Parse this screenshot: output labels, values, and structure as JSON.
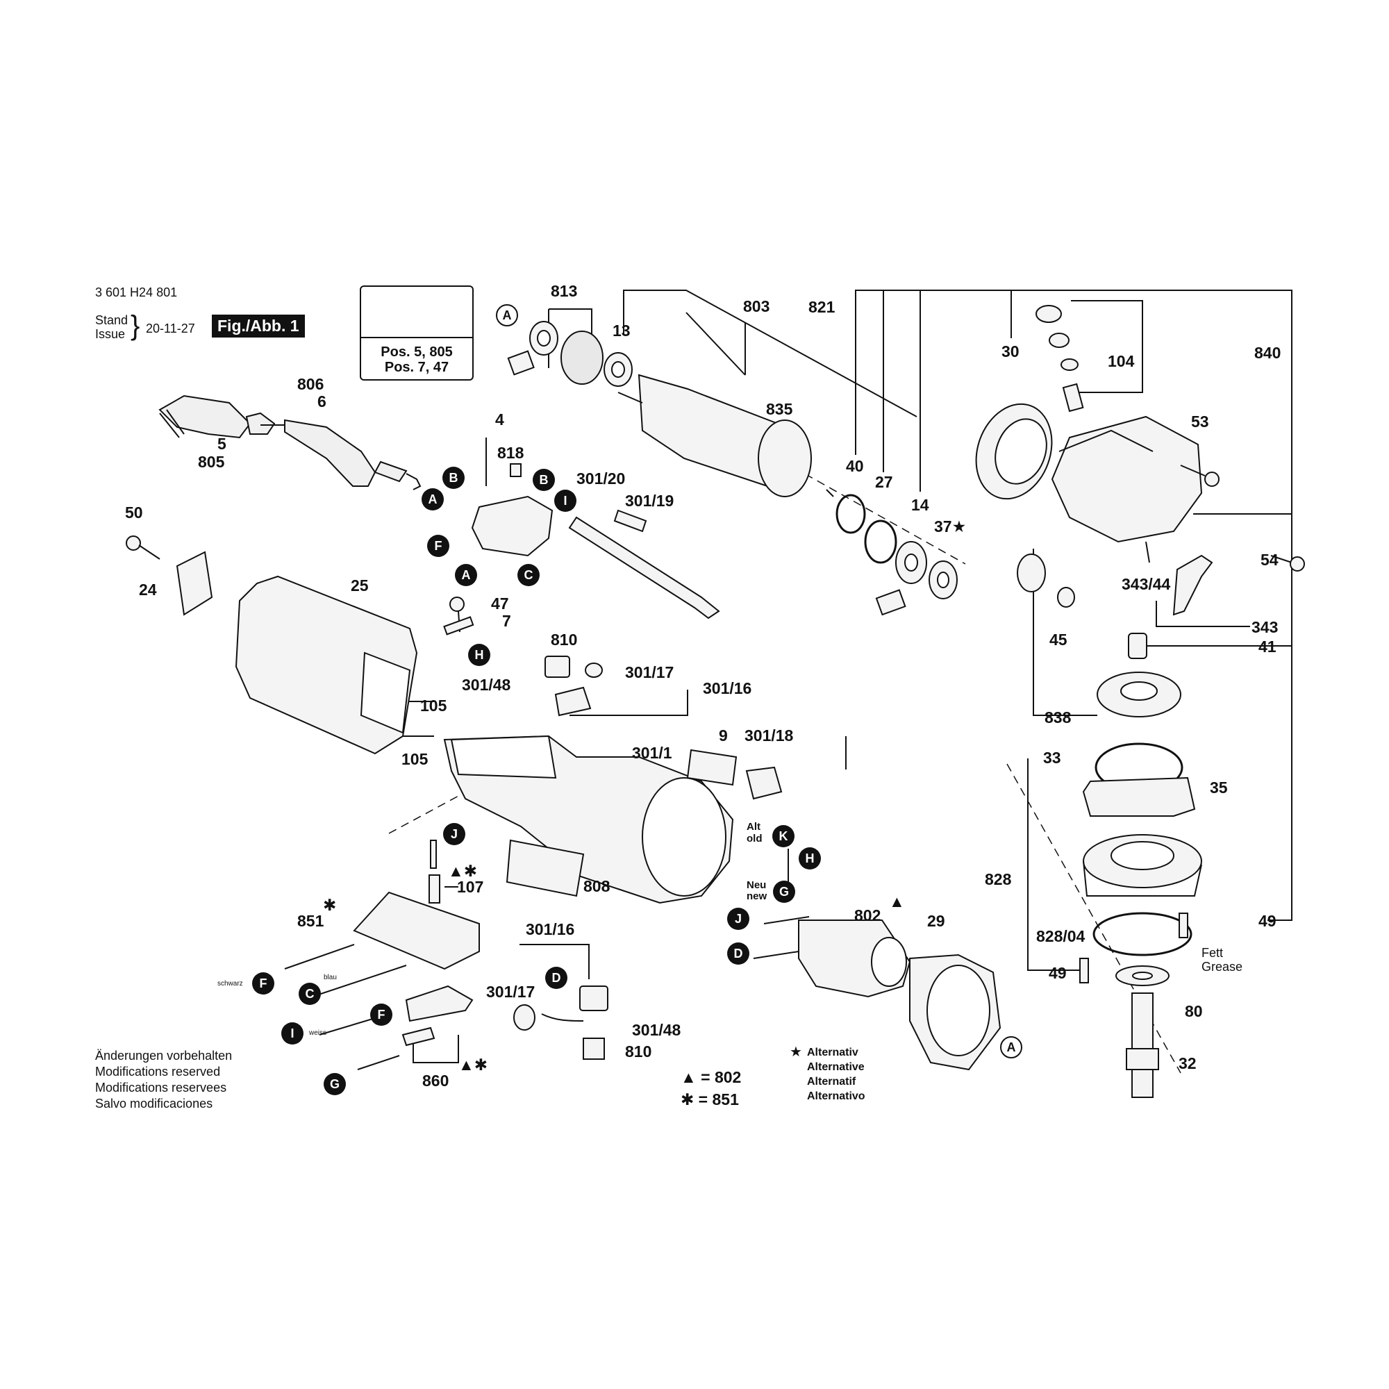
{
  "header": {
    "doc_number": "3 601 H24 801",
    "stand_label": "Stand",
    "issue_label": "Issue",
    "date": "20-11-27",
    "figure": "Fig./Abb. 1"
  },
  "warning_box": {
    "line1": "Pos. 5, 805",
    "line2": "Pos. 7, 47"
  },
  "part_labels": {
    "p813": "813",
    "p13": "13",
    "p803": "803",
    "p835": "835",
    "p821": "821",
    "p30": "30",
    "p840": "840",
    "p104": "104",
    "p53": "53",
    "p40": "40",
    "p27": "27",
    "p14": "14",
    "p37": "37★",
    "p54": "54",
    "p343_44": "343/44",
    "p343": "343",
    "p45": "45",
    "p41": "41",
    "p838": "838",
    "p33": "33",
    "p35": "35",
    "p828": "828",
    "p828_04": "828/04",
    "p49a": "49",
    "p49b": "49",
    "p80": "80",
    "p32": "32",
    "p806": "806",
    "p6": "6",
    "p5": "5",
    "p805": "805",
    "p4": "4",
    "p818": "818",
    "p301_20": "301/20",
    "p301_19": "301/19",
    "p50": "50",
    "p24": "24",
    "p25": "25",
    "p47": "47",
    "p7": "7",
    "p810a": "810",
    "p301_17a": "301/17",
    "p301_16a": "301/16",
    "p301_48a": "301/48",
    "p105a": "105",
    "p105b": "105",
    "p301_1": "301/1",
    "p9": "9",
    "p301_18": "301/18",
    "p107": "107",
    "p851": "851",
    "p808": "808",
    "p802": "802",
    "p29": "29",
    "p301_16b": "301/16",
    "p301_17b": "301/17",
    "p301_48b": "301/48",
    "p810b": "810",
    "p860": "860"
  },
  "marker_suffixes": {
    "tri_star": "▲✱",
    "tri": "▲",
    "star": "✱"
  },
  "small_labels": {
    "alt": "Alt",
    "old": "old",
    "neu": "Neu",
    "new": "new",
    "fett": "Fett",
    "grease": "Grease",
    "schwarz": "schwarz",
    "blau": "blau",
    "weiss": "weiss"
  },
  "callouts": {
    "A1": "A",
    "B1": "B",
    "A2": "A",
    "B2": "B",
    "I1": "I",
    "F1": "F",
    "A3": "A",
    "C1": "C",
    "H1": "H",
    "J1": "J",
    "K1": "K",
    "H2": "H",
    "G1": "G",
    "J2": "J",
    "D1": "D",
    "F2": "F",
    "C2": "C",
    "I2": "I",
    "F3": "F",
    "G2": "G",
    "D2": "D",
    "A4": "A"
  },
  "notes": {
    "de": "Änderungen vorbehalten",
    "en": "Modifications reserved",
    "fr": "Modifications reservees",
    "es": "Salvo modificaciones"
  },
  "legend": {
    "tri": "▲ = 802",
    "star": "✱ = 851"
  },
  "alternative": {
    "de": "Alternativ",
    "en": "Alternative",
    "fr": "Alternatif",
    "es": "Alternativo"
  },
  "colors": {
    "ink": "#111111",
    "paper": "#ffffff",
    "light": "#f0f0f0"
  }
}
